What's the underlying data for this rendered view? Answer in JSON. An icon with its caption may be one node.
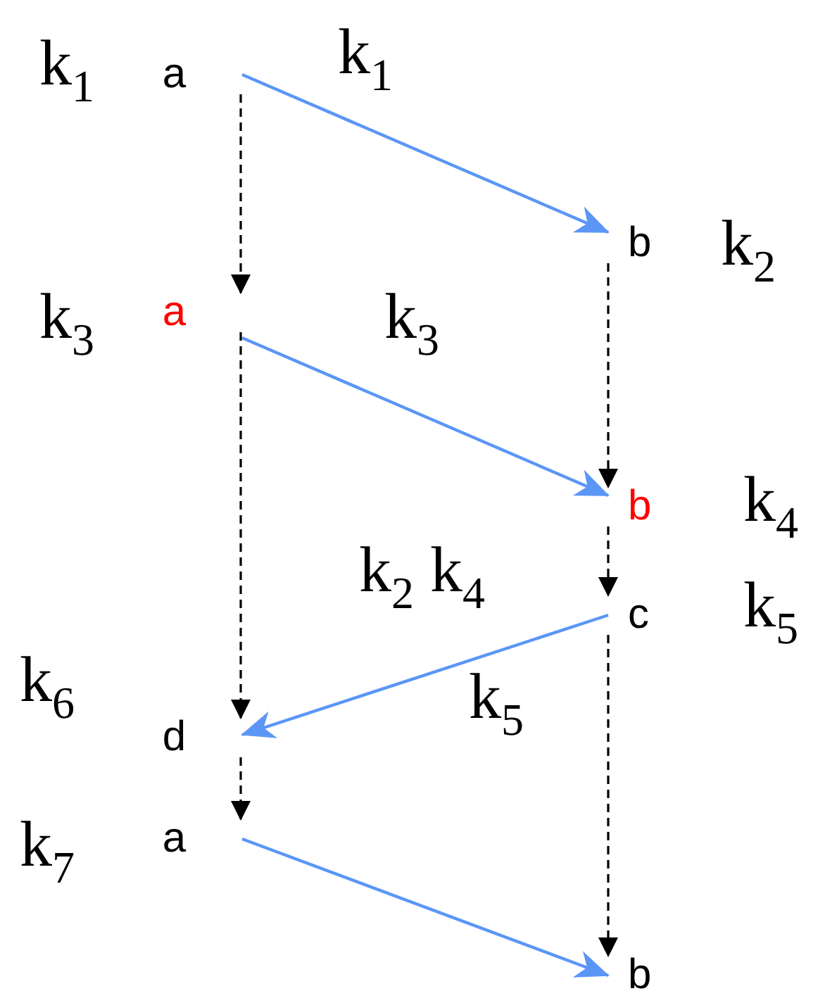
{
  "diagram": {
    "nodes": [
      {
        "text": [
          "a"
        ],
        "beside": [
          "k$_{1}$"
        ]
      },
      {
        "text": [
          "b"
        ],
        "beside": [
          "k$_{2}$"
        ]
      },
      {
        "text": [
          "a"
        ],
        "beside": [
          "k$_{3}$"
        ]
      },
      {
        "text": [
          "b"
        ],
        "beside": [
          "k$_{4}$"
        ]
      },
      {
        "text": [
          "c"
        ],
        "beside": [
          "k$_{5}$"
        ]
      },
      {
        "text": [
          "d"
        ],
        "beside": [
          "k$_{6}$"
        ]
      },
      {
        "text": [
          "a"
        ],
        "beside": [
          "k$_{7}$"
        ]
      },
      {
        "text": [
          "b"
        ]
      }
    ],
    "edges": [
      {
        "from": 0,
        "to": 1,
        "arrow": "to",
        "label": "k$_{1}$",
        "color": "#5b96f7"
      },
      {
        "from": 0,
        "to": 2,
        "arrow": "to",
        "style": "dashed"
      },
      {
        "from": 1,
        "to": 3,
        "arrow": "to",
        "style": "dashed"
      },
      {
        "from": 2,
        "to": 3,
        "arrow": "to",
        "label": "k$_{3}$",
        "color": "#5b96f7"
      },
      {
        "from": 3,
        "to": 4,
        "arrow": "to",
        "style": "dashed"
      },
      {
        "from": 4,
        "to": 5,
        "arrow": "to",
        "label": "k$_{2}$ k$_{4}$",
        "color": "#5b96f7"
      },
      {
        "from": 2,
        "to": 5,
        "arrow": "to",
        "style": "dashed"
      },
      {
        "from": 5,
        "to": 6,
        "arrow": "to",
        "style": "dashed"
      },
      {
        "from": 6,
        "to": 7,
        "arrow": "to",
        "color": "#5b96f7"
      },
      {
        "from": 4,
        "to": 7,
        "arrow": "to",
        "style": "dashed"
      }
    ],
    "labels": [
      "k$_{5}$"
    ]
  }
}
